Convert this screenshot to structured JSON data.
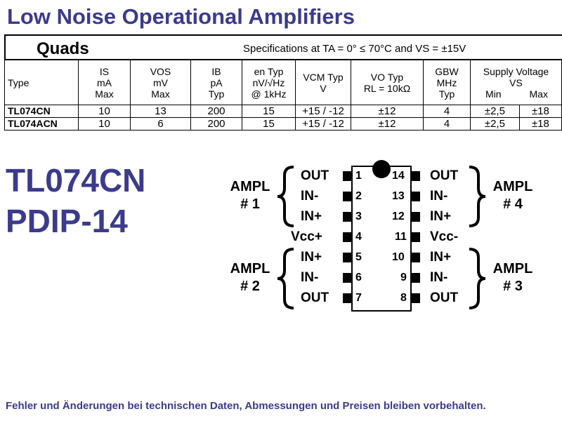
{
  "title": "Low Noise Operational Amplifiers",
  "quads_label": "Quads",
  "specs_text": "Specifications at TA = 0° ≤ 70°C and VS = ±15V",
  "table": {
    "headers": [
      {
        "main": "Type",
        "lines": []
      },
      {
        "main": "IS",
        "lines": [
          "mA",
          "Max"
        ]
      },
      {
        "main": "VOS",
        "lines": [
          "mV",
          "Max"
        ]
      },
      {
        "main": "IB",
        "lines": [
          "pA",
          "Typ"
        ]
      },
      {
        "main": "en Typ",
        "lines": [
          "nV/√Hz",
          "@ 1kHz"
        ]
      },
      {
        "main": "VCM Typ",
        "lines": [
          "V"
        ]
      },
      {
        "main": "VO Typ",
        "lines": [
          "RL = 10kΩ"
        ]
      },
      {
        "main": "GBW",
        "lines": [
          "MHz",
          "Typ"
        ]
      },
      {
        "main": "Supply Voltage",
        "lines": [
          "VS"
        ]
      }
    ],
    "supply_sub": [
      "Min",
      "Max"
    ],
    "rows": [
      [
        "TL074CN",
        "10",
        "13",
        "200",
        "15",
        "+15 / -12",
        "±12",
        "4",
        "±2,5",
        "±18"
      ],
      [
        "TL074ACN",
        "10",
        "6",
        "200",
        "15",
        "+15 / -12",
        "±12",
        "4",
        "±2,5",
        "±18"
      ]
    ]
  },
  "part_name": "TL074CN",
  "package": "PDIP-14",
  "pinout": {
    "left_pins": [
      {
        "num": "1",
        "sig": "OUT"
      },
      {
        "num": "2",
        "sig": "IN-"
      },
      {
        "num": "3",
        "sig": "IN+"
      },
      {
        "num": "4",
        "sig": "Vcc+"
      },
      {
        "num": "5",
        "sig": "IN+"
      },
      {
        "num": "6",
        "sig": "IN-"
      },
      {
        "num": "7",
        "sig": "OUT"
      }
    ],
    "right_pins": [
      {
        "num": "14",
        "sig": "OUT"
      },
      {
        "num": "13",
        "sig": "IN-"
      },
      {
        "num": "12",
        "sig": "IN+"
      },
      {
        "num": "11",
        "sig": "Vcc-"
      },
      {
        "num": "10",
        "sig": "IN+"
      },
      {
        "num": "9",
        "sig": "IN-"
      },
      {
        "num": "8",
        "sig": "OUT"
      }
    ],
    "amps": [
      {
        "l1": "AMPL",
        "l2": "# 1"
      },
      {
        "l1": "AMPL",
        "l2": "# 2"
      },
      {
        "l1": "AMPL",
        "l2": "# 4"
      },
      {
        "l1": "AMPL",
        "l2": "# 3"
      }
    ]
  },
  "footer": "Fehler und Änderungen bei technischen Daten, Abmessungen und Preisen bleiben vorbehalten."
}
